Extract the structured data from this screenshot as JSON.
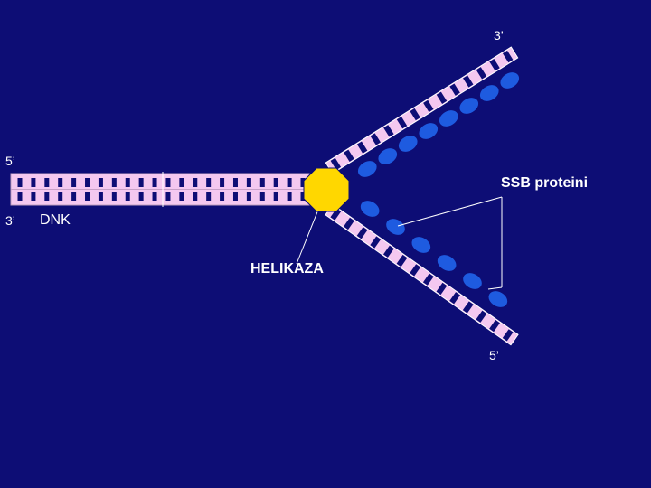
{
  "labels": {
    "top_strand_3prime": "3’",
    "left_top_5prime": "5’",
    "left_bottom_3prime": "3’",
    "dna": "DNK",
    "ssb": "SSB proteini",
    "helicase": "HELIKAZA",
    "bottom_strand_5prime": "5’"
  },
  "colors": {
    "background": "#0D0D75",
    "strand": "#F4C8F0",
    "rung": "#0D0D75",
    "helicase": "#FFD700",
    "ssb_protein": "#1E5BE0",
    "text": "#FFFFFF"
  },
  "counts": {
    "duplex_rungs": 22,
    "ssb_upper": 8,
    "ssb_lower": 6
  }
}
